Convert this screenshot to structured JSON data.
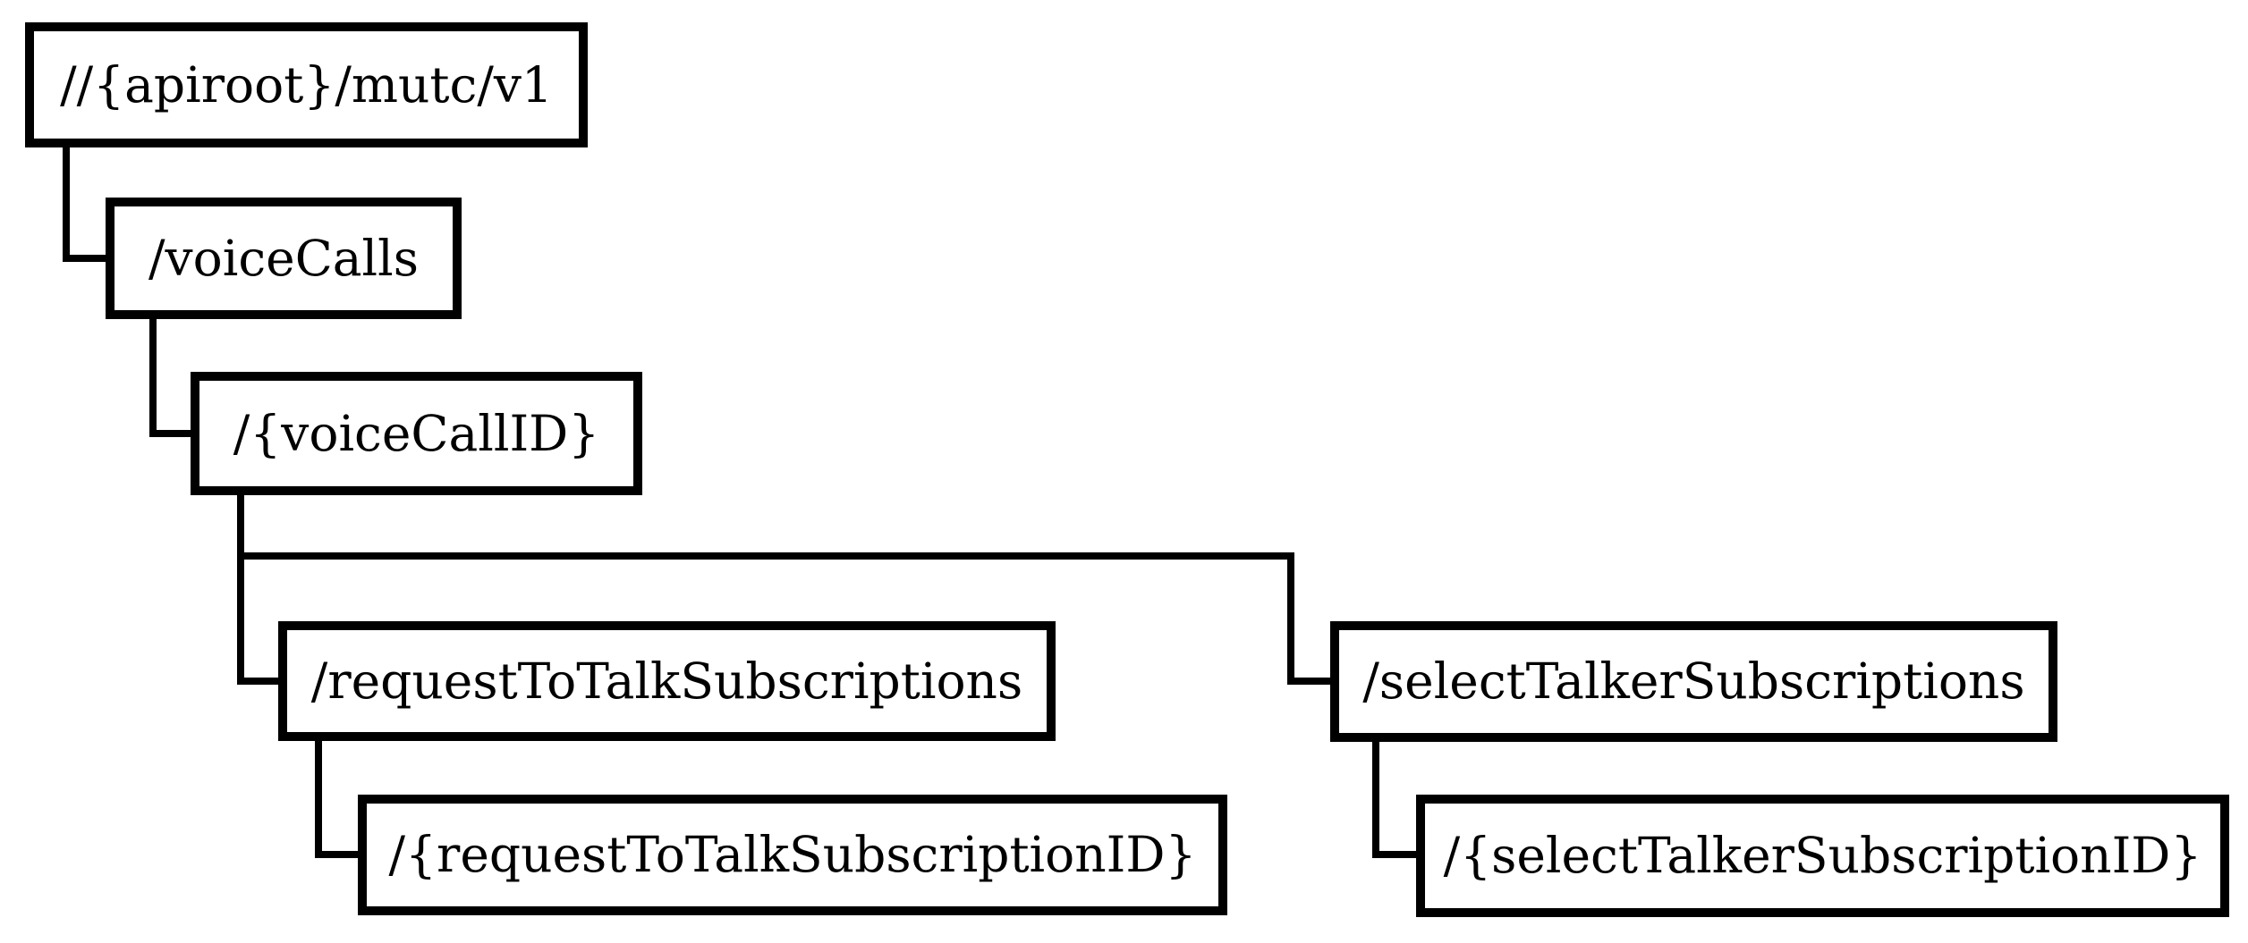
{
  "diagram": {
    "type": "api-resource-tree",
    "colors": {
      "background": "#ffffff",
      "box_fill": "#ffffff",
      "box_border": "#000000",
      "text": "#000000",
      "connector": "#000000"
    },
    "nodes": [
      {
        "id": "root",
        "label": "//{apiroot}/mutc/v1",
        "level": 0,
        "parent": null
      },
      {
        "id": "voiceCalls",
        "label": "/voiceCalls",
        "level": 1,
        "parent": "root"
      },
      {
        "id": "voiceCallID",
        "label": "/{voiceCallID}",
        "level": 2,
        "parent": "voiceCalls"
      },
      {
        "id": "requestToTalkSubscriptions",
        "label": "/requestToTalkSubscriptions",
        "level": 3,
        "parent": "voiceCallID"
      },
      {
        "id": "requestToTalkSubscriptionID",
        "label": "/{requestToTalkSubscriptionID}",
        "level": 4,
        "parent": "requestToTalkSubscriptions"
      },
      {
        "id": "selectTalkerSubscriptions",
        "label": "/selectTalkerSubscriptions",
        "level": 3,
        "parent": "voiceCallID"
      },
      {
        "id": "selectTalkerSubscriptionID",
        "label": "/{selectTalkerSubscriptionID}",
        "level": 4,
        "parent": "selectTalkerSubscriptions"
      }
    ]
  }
}
